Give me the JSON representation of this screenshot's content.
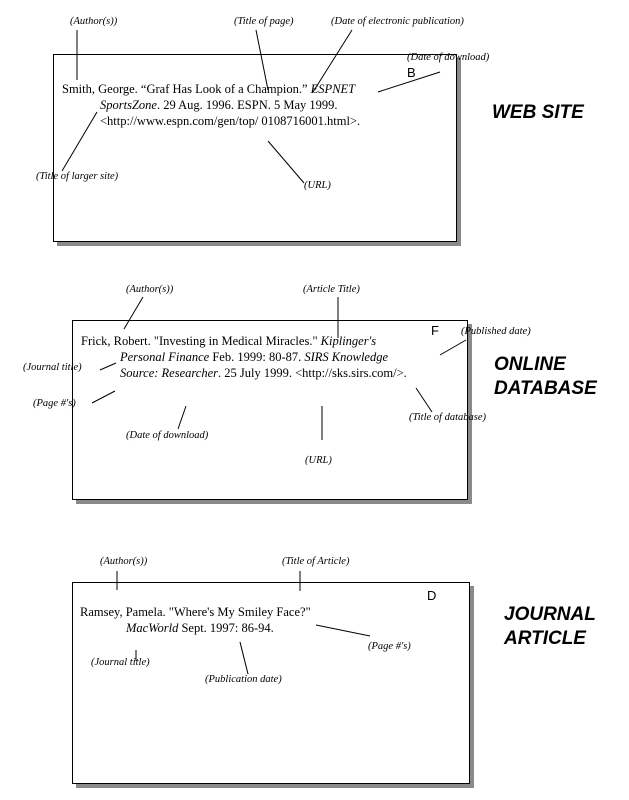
{
  "web_site": {
    "heading": "WEB SITE",
    "letter": "B",
    "labels": {
      "author": "(Author(s))",
      "title_of_page": "(Title of page)",
      "date_epub": "(Date of electronic publication)",
      "date_download": "(Date of download)",
      "title_larger_site": "(Title of larger site)",
      "url": "(URL)"
    },
    "citation": {
      "l1_a": "Smith, George. “Graf Has Look of a Champion.” ",
      "l1_b": "ESPNET",
      "l2_a": "SportsZone",
      "l2_b": ". 29 Aug. 1996. ESPN.       5 May 1999.",
      "l3": "<http://www.espn.com/gen/top/ 0108716001.html>."
    }
  },
  "online_database": {
    "heading_line1": "ONLINE",
    "heading_line2": "DATABASE",
    "letter": "F",
    "labels": {
      "author": "(Author(s))",
      "article_title": "(Article Title)",
      "published_date": "(Published date)",
      "journal_title": "(Journal title)",
      "pages": "(Page #'s)",
      "title_database": "(Title of database)",
      "date_download": "(Date of download)",
      "url": "(URL)"
    },
    "citation": {
      "l1_a": "Frick, Robert. \"Investing in Medical Miracles.\" ",
      "l1_b": "Kiplinger's",
      "l2_a": "Personal Finance",
      "l2_b": "  Feb. 1999:    80-87. ",
      "l2_c": "SIRS Knowledge",
      "l3_a": "Source: Researcher",
      "l3_b": ". 25 July 1999.  <http://sks.sirs.com/>."
    }
  },
  "journal_article": {
    "heading_line1": "JOURNAL",
    "heading_line2": "ARTICLE",
    "letter": "D",
    "labels": {
      "author": "(Author(s))",
      "title_article": "(Title of Article)",
      "pages": "(Page #'s)",
      "journal_title": "(Journal title)",
      "publication_date": "(Publication date)"
    },
    "citation": {
      "l1": "Ramsey, Pamela. \"Where's My Smiley Face?\"",
      "l2_a": "MacWorld",
      "l2_b": " Sept. 1997: 86-94."
    }
  }
}
